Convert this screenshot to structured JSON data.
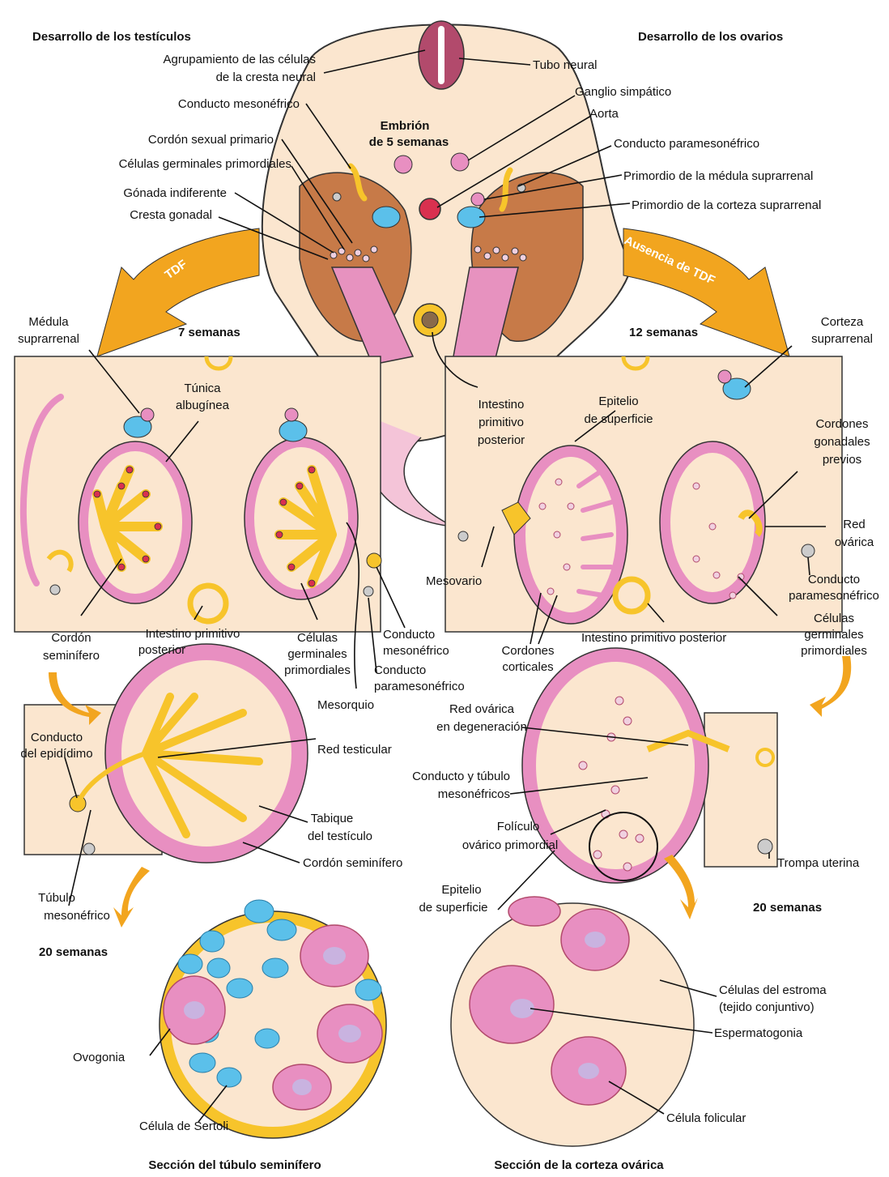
{
  "colors": {
    "tissue": "#fbe6cf",
    "outline": "#333333",
    "pink": "#e88fc1",
    "pink_dark": "#c94591",
    "yellow": "#f7c42b",
    "orange_arrow": "#f2a51f",
    "blue": "#5bc0ea",
    "brown": "#b8683c",
    "red": "#d9304f"
  },
  "headings": {
    "testis_dev": "Desarrollo de los testículos",
    "ovary_dev": "Desarrollo de los ovarios",
    "embryo_line1": "Embrión",
    "embryo_line2": "de 5 semanas",
    "weeks7": "7 semanas",
    "weeks12": "12 semanas",
    "weeks20_left": "20 semanas",
    "weeks20_right": "20 semanas",
    "tdf": "TDF",
    "no_tdf": "Ausencia de TDF",
    "section_testis": "Sección del túbulo seminífero",
    "section_ovary": "Sección de la corteza ovárica"
  },
  "labels": {
    "neural_crest_1": "Agrupamiento de las células",
    "neural_crest_2": "de la cresta neural",
    "neural_tube": "Tubo neural",
    "sympathetic_ganglion": "Ganglio simpático",
    "mesonephric_duct_top": "Conducto mesonéfrico",
    "aorta": "Aorta",
    "primary_sex_cord": "Cordón sexual primario",
    "paramesonephric_duct_top": "Conducto paramesonéfrico",
    "primordial_germ_cells_top": "Células germinales primordiales",
    "adrenal_medulla_primordium": "Primordio de la médula suprarrenal",
    "indifferent_gonad": "Gónada indiferente",
    "adrenal_cortex_primordium": "Primordio de la corteza suprarrenal",
    "gonadal_ridge": "Cresta gonadal",
    "adrenal_medulla_1": "Médula",
    "adrenal_medulla_2": "suprarrenal",
    "adrenal_cortex_1": "Corteza",
    "adrenal_cortex_2": "suprarrenal",
    "tunica_1": "Túnica",
    "tunica_2": "albugínea",
    "hindgut_center_1": "Intestino",
    "hindgut_center_2": "primitivo",
    "hindgut_center_3": "posterior",
    "surface_epithelium_1": "Epitelio",
    "surface_epithelium_2": "de superficie",
    "prev_cords_1": "Cordones",
    "prev_cords_2": "gonadales",
    "prev_cords_3": "previos",
    "rete_ovarii_1": "Red",
    "rete_ovarii_2": "ovárica",
    "mesovarium": "Mesovario",
    "paramesonephric_right_1": "Conducto",
    "paramesonephric_right_2": "paramesonéfrico",
    "germ_right_1": "Células",
    "germ_right_2": "germinales",
    "germ_right_3": "primordiales",
    "seminiferous_cord_1": "Cordón",
    "seminiferous_cord_2": "seminífero",
    "hindgut_left_1": "Intestino primitivo",
    "hindgut_left_2": "posterior",
    "germ_mid_1": "Células",
    "germ_mid_2": "germinales",
    "germ_mid_3": "primordiales",
    "mesonephric_mid_1": "Conducto",
    "mesonephric_mid_2": "mesonéfrico",
    "paramesonephric_mid_1": "Conducto",
    "paramesonephric_mid_2": "paramesonéfrico",
    "mesorchium": "Mesorquio",
    "cortical_cords_1": "Cordones",
    "cortical_cords_2": "corticales",
    "hindgut_right": "Intestino primitivo posterior",
    "degen_rete_1": "Red ovárica",
    "degen_rete_2": "en degeneración",
    "epididymis_1": "Conducto",
    "epididymis_2": "del epidídimo",
    "rete_testis": "Red testicular",
    "meso_tubules_1": "Conducto y túbulo",
    "meso_tubules_2": "mesonéfricos",
    "septum_1": "Tabique",
    "septum_2": "del testículo",
    "primordial_follicle_1": "Folículo",
    "primordial_follicle_2": "ovárico primordial",
    "seminiferous_cord_low": "Cordón seminífero",
    "uterine_tube": "Trompa uterina",
    "meso_tubule_1": "Túbulo",
    "meso_tubule_2": "mesonéfrico",
    "surface_epi_low_1": "Epitelio",
    "surface_epi_low_2": "de superficie",
    "stroma_1": "Células del estroma",
    "stroma_2": "(tejido conjuntivo)",
    "oogonia": "Ovogonia",
    "spermatogonia": "Espermatogonia",
    "sertoli": "Célula de Sertoli",
    "follicular": "Célula folicular"
  }
}
